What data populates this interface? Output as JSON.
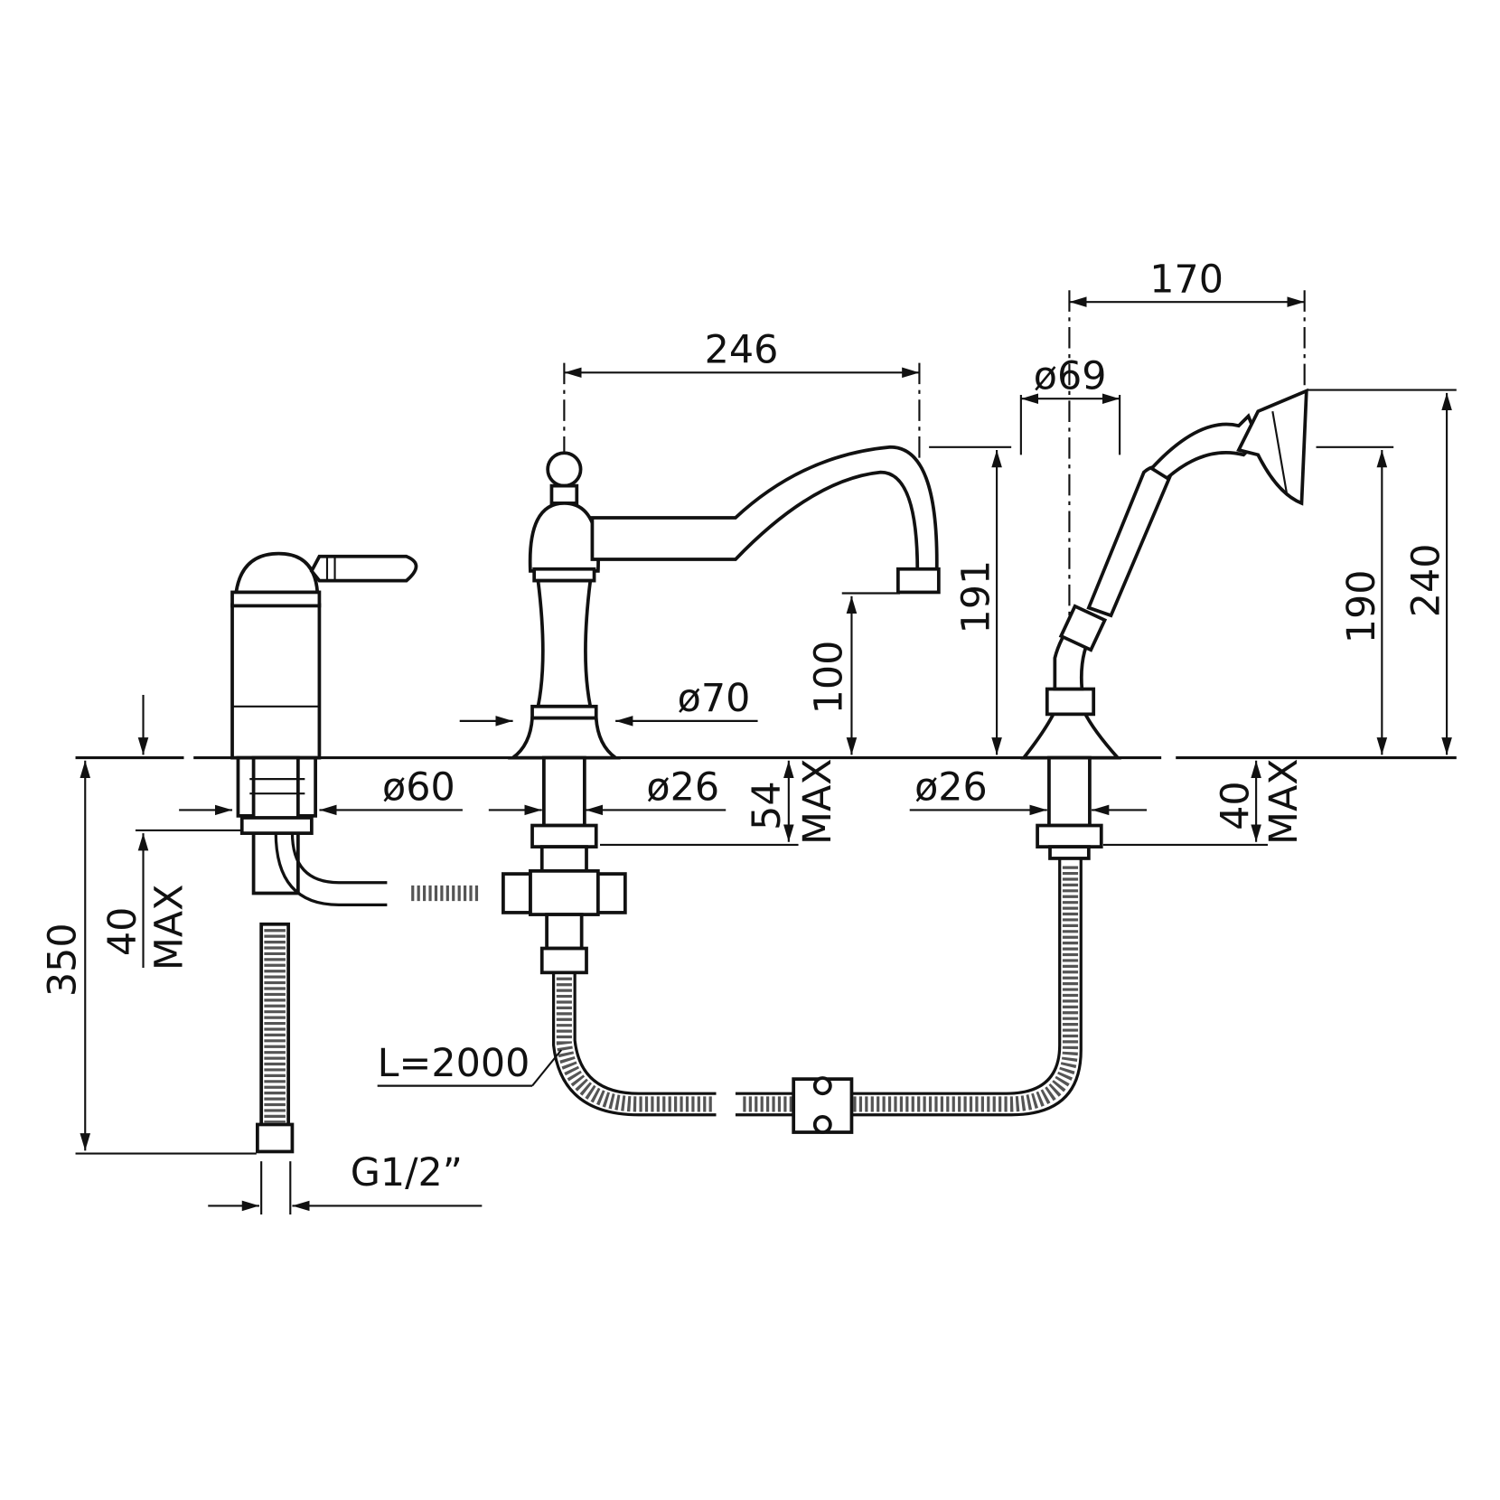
{
  "dimensions": {
    "spout_reach": "246",
    "shower_offset": "170",
    "shower_head_diameter": "ø69",
    "spout_height": "191",
    "shower_height_190": "190",
    "shower_height_240": "240",
    "spout_outlet_height": "100",
    "spout_base_diameter": "ø70",
    "mixer_diameter": "ø60",
    "spout_shank_diameter": "ø26",
    "shower_shank_diameter": "ø26",
    "spout_deck_max_value": "54",
    "spout_deck_max_label": "MAX",
    "shower_deck_max_value": "40",
    "shower_deck_max_label": "MAX",
    "mixer_deck_max_value": "40",
    "mixer_deck_max_label": "MAX",
    "supply_length": "350",
    "hose_length": "L=2000",
    "thread": "G1/2”"
  }
}
